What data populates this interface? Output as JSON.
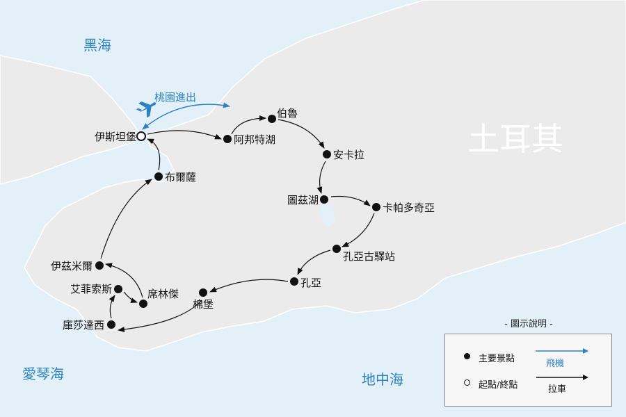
{
  "seas": {
    "black_sea": "黑海",
    "aegean_sea": "愛琴海",
    "mediterranean": "地中海"
  },
  "country": "土耳其",
  "flight_label": "桃園進出",
  "stops": {
    "istanbul": "伊斯坦堡",
    "abant": "阿邦特湖",
    "bolu": "伯魯",
    "ankara": "安卡拉",
    "tuz": "圖茲湖",
    "cappadocia": "卡帕多奇亞",
    "caravanserai": "孔亞古驛站",
    "konya": "孔亞",
    "pamukkale": "棉堡",
    "sirince": "席林傑",
    "ephesus": "艾菲索斯",
    "kusadasi": "庫莎達西",
    "izmir": "伊茲米爾",
    "bursa": "布爾薩"
  },
  "legend": {
    "title": "- 圖示說明 -",
    "main_spot": "主要景點",
    "start_end": "起點/終點",
    "flight": "飛機",
    "coach": "拉車"
  },
  "colors": {
    "sea": "#e4f0f8",
    "land": "#ebebeb",
    "flight": "#2b82c4",
    "route": "#111111"
  }
}
